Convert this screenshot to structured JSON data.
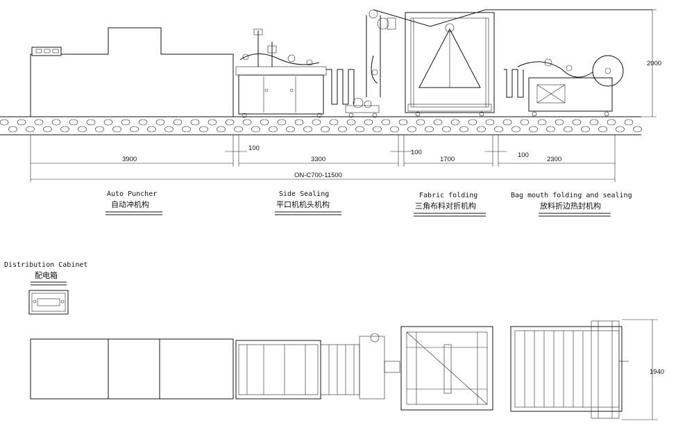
{
  "dimensions": {
    "height_side": "2000",
    "width_top": "1940",
    "seg_3900": "3900",
    "gap_1": "100",
    "seg_3300": "3300",
    "gap_2": "100",
    "seg_1700": "1700",
    "gap_3": "100",
    "seg_2300": "2300",
    "total": "ON-C700-11500"
  },
  "sections": [
    {
      "en": "Auto Puncher",
      "cn": "自动冲机构"
    },
    {
      "en": "Side Sealing",
      "cn": "平口机机头机构"
    },
    {
      "en": "Fabric folding",
      "cn": "三角布料对折机构"
    },
    {
      "en": "Bag mouth folding and sealing",
      "cn": "放料折边热封机构"
    }
  ],
  "cabinet": {
    "en": "Distribution Cabinet",
    "cn": "配电箱"
  }
}
